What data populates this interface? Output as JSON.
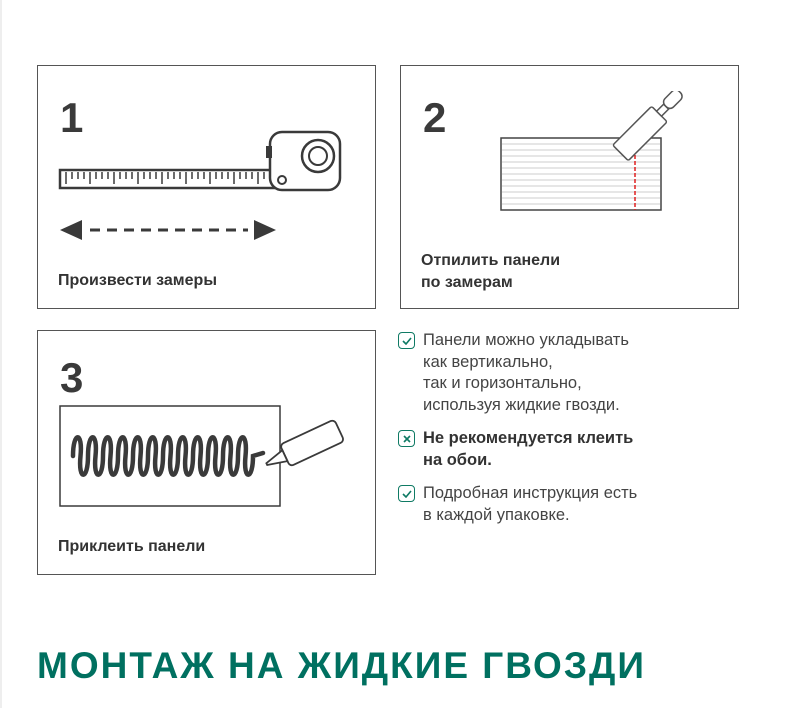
{
  "steps": [
    {
      "number": "1",
      "caption": "Произвести замеры"
    },
    {
      "number": "2",
      "caption": "Отпилить панели\nпо замерам"
    },
    {
      "number": "3",
      "caption": "Приклеить панели"
    }
  ],
  "tips": [
    {
      "icon": "check-icon",
      "text": "Панели можно укладывать\nкак вертикально,\nтак и горизонтально,\nиспользуя жидкие гвозди."
    },
    {
      "icon": "cross-icon",
      "text": "Не рекомендуется клеить\nна обои."
    },
    {
      "icon": "check-icon",
      "text": "Подробная инструкция есть\nв каждой упаковке."
    }
  ],
  "title": "МОНТАЖ НА ЖИДКИЕ ГВОЗДИ",
  "colors": {
    "accent": "#007060",
    "cut_line": "#e02020"
  }
}
